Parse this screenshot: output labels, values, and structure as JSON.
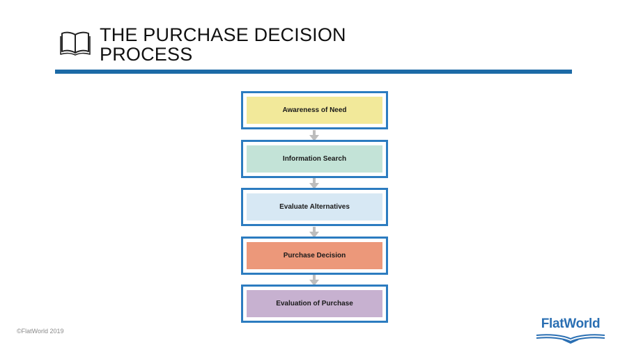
{
  "header": {
    "title_lines": [
      "THE PURCHASE DECISION",
      "PROCESS"
    ],
    "icon": "open-book-icon",
    "rule_color": "#1c6aa6"
  },
  "diagram": {
    "border_color": "#2c7cc0",
    "connector_icon": "down-arrow-icon",
    "steps": [
      {
        "label": "Awareness of Need",
        "color": "#f2e99a"
      },
      {
        "label": "Information Search",
        "color": "#c3e3d7"
      },
      {
        "label": "Evaluate Alternatives",
        "color": "#d7e8f4"
      },
      {
        "label": "Purchase Decision",
        "color": "#ec987a"
      },
      {
        "label": "Evaluation of Purchase",
        "color": "#c7b1d0"
      }
    ]
  },
  "footer": {
    "copyright": "©FlatWorld 2019",
    "logo_text": "FlatWorld",
    "logo_color": "#2a6fb3"
  }
}
